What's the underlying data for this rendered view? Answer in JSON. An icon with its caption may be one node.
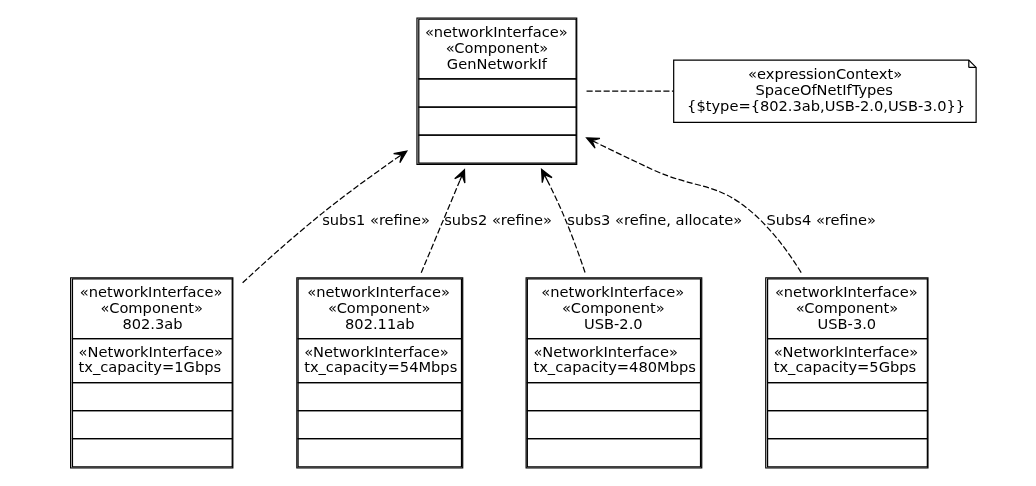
{
  "diagram": {
    "nodes": [
      {
        "text": [
          "«networkInterface»",
          "«Component»",
          "GenNetworkIf"
        ]
      },
      {
        "text": [
          "«expressionContext»",
          "SpaceOfNetIfTypes",
          "{$type={802.3ab,USB-2.0,USB-3.0}}"
        ]
      },
      {
        "text": [
          "«networkInterface»",
          "«Component»",
          "802.3ab",
          "«NetworkInterface»",
          "tx_capacity=1Gbps"
        ]
      },
      {
        "text": [
          "«networkInterface»",
          "«Component»",
          "802.11ab",
          "«NetworkInterface»",
          "tx_capacity=54Mbps"
        ]
      },
      {
        "text": [
          "«networkInterface»",
          "«Component»",
          "USB-2.0",
          "«NetworkInterface»",
          "tx_capacity=480Mbps"
        ]
      },
      {
        "text": [
          "«networkInterface»",
          "«Component»",
          "USB-3.0",
          "«NetworkInterface»",
          "tx_capacity=5Gbps"
        ]
      }
    ],
    "edges": [
      {
        "from": 0,
        "to": 1,
        "arrow": "none",
        "style": "dashed"
      },
      {
        "from": 2,
        "to": 0,
        "arrow": "to",
        "style": "dashed",
        "label": "subs1 «refine»"
      },
      {
        "from": 3,
        "to": 0,
        "arrow": "to",
        "style": "dashed",
        "label": "subs2 «refine»"
      },
      {
        "from": 4,
        "to": 0,
        "arrow": "to",
        "style": "dashed",
        "label": "subs3 «refine, allocate»"
      },
      {
        "from": 5,
        "to": 0,
        "arrow": "to",
        "style": "dashed",
        "label": "Subs4 «refine»"
      }
    ]
  }
}
